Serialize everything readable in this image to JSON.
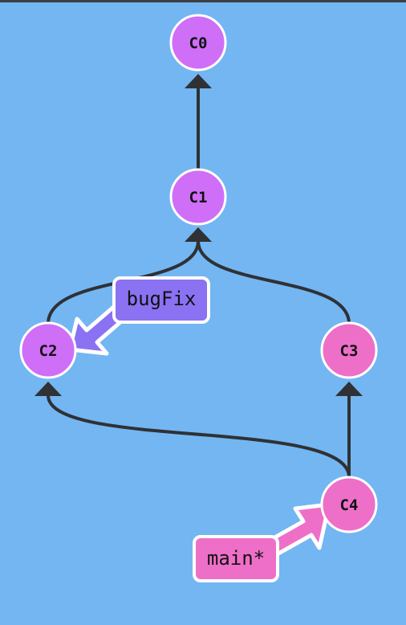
{
  "colors": {
    "background": "#73b6f2",
    "edge": "#2f3135",
    "commit_purple": "#cf6ef7",
    "commit_pink": "#ee6fc8",
    "branch_bugfix": "#8a72f2",
    "branch_main": "#ee6fc8",
    "outline": "#ffffff"
  },
  "commits": {
    "c0": "C0",
    "c1": "C1",
    "c2": "C2",
    "c3": "C3",
    "c4": "C4"
  },
  "branches": {
    "bugfix": "bugFix",
    "main": "main*"
  }
}
